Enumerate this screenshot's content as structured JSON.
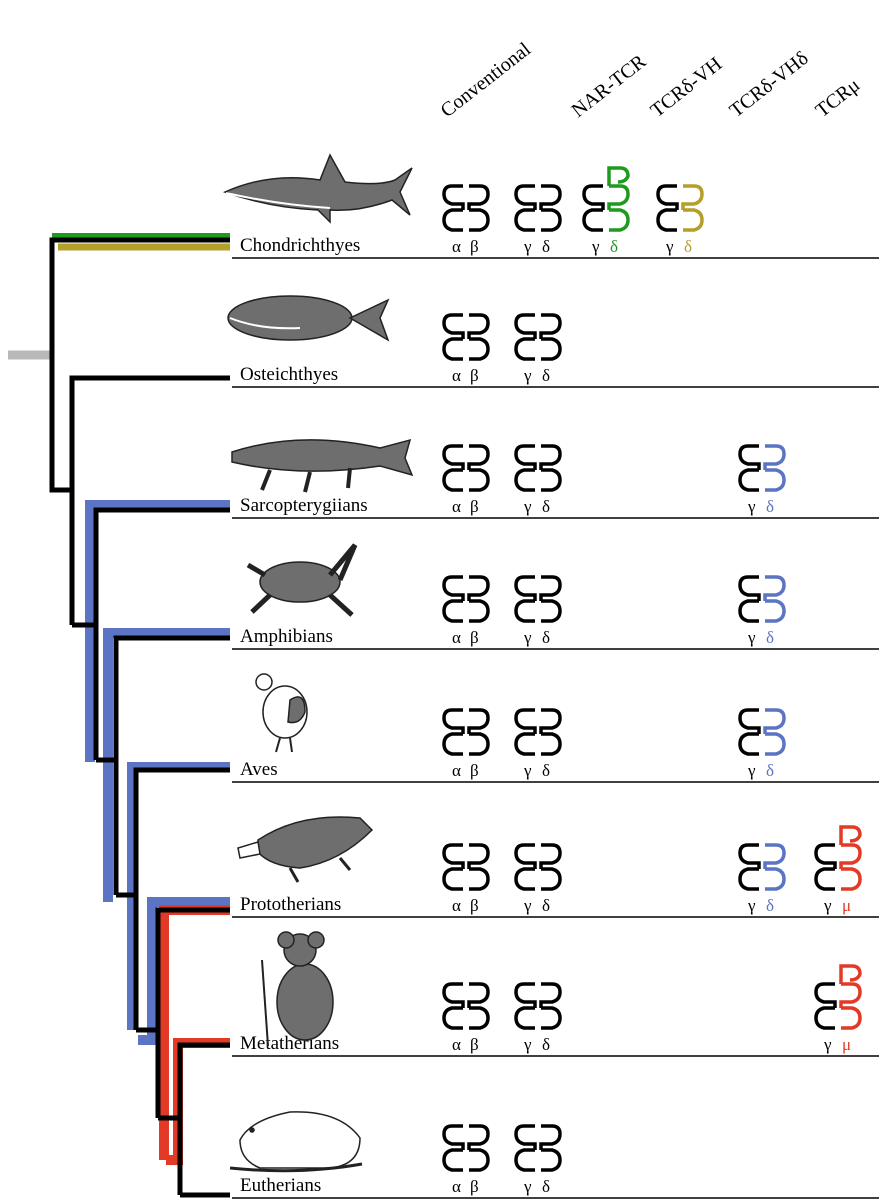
{
  "headers": {
    "conventional": "Conventional",
    "nar_tcr": "NAR-TCR",
    "tcrd_vh": "TCRδ-VH",
    "tcrd_vhd": "TCRδ-VHδ",
    "tcr_mu": "TCRμ"
  },
  "colors": {
    "black": "#000000",
    "green": "#1f9a1f",
    "olive": "#b59e2a",
    "blue": "#5b74c4",
    "red": "#e23a26",
    "gray": "#b8b8b8",
    "animal_fill": "#6e6e6e"
  },
  "clades": [
    {
      "name": "Chondrichthyes",
      "animal": "shark-icon",
      "receptors": [
        {
          "column": "conventional",
          "chains": [
            "α",
            "β"
          ],
          "color": "black"
        },
        {
          "column": "conventional2",
          "chains": [
            "γ",
            "δ"
          ],
          "color": "black"
        },
        {
          "column": "nar_tcr",
          "chains": [
            "γ",
            "δ"
          ],
          "color": "green"
        },
        {
          "column": "tcrd_vh",
          "chains": [
            "γ",
            "δ"
          ],
          "color": "olive"
        }
      ]
    },
    {
      "name": "Osteichthyes",
      "animal": "pufferfish-icon",
      "receptors": [
        {
          "column": "conventional",
          "chains": [
            "α",
            "β"
          ],
          "color": "black"
        },
        {
          "column": "conventional2",
          "chains": [
            "γ",
            "δ"
          ],
          "color": "black"
        }
      ]
    },
    {
      "name": "Sarcopterygiians",
      "animal": "coelacanth-icon",
      "receptors": [
        {
          "column": "conventional",
          "chains": [
            "α",
            "β"
          ],
          "color": "black"
        },
        {
          "column": "conventional2",
          "chains": [
            "γ",
            "δ"
          ],
          "color": "black"
        },
        {
          "column": "tcrd_vhd",
          "chains": [
            "γ",
            "δ"
          ],
          "color": "blue"
        }
      ]
    },
    {
      "name": "Amphibians",
      "animal": "frog-icon",
      "receptors": [
        {
          "column": "conventional",
          "chains": [
            "α",
            "β"
          ],
          "color": "black"
        },
        {
          "column": "conventional2",
          "chains": [
            "γ",
            "δ"
          ],
          "color": "black"
        },
        {
          "column": "tcrd_vhd",
          "chains": [
            "γ",
            "δ"
          ],
          "color": "blue"
        }
      ]
    },
    {
      "name": "Aves",
      "animal": "chicken-icon",
      "receptors": [
        {
          "column": "conventional",
          "chains": [
            "α",
            "β"
          ],
          "color": "black"
        },
        {
          "column": "conventional2",
          "chains": [
            "γ",
            "δ"
          ],
          "color": "black"
        },
        {
          "column": "tcrd_vhd",
          "chains": [
            "γ",
            "δ"
          ],
          "color": "blue"
        }
      ]
    },
    {
      "name": "Prototherians",
      "animal": "platypus-icon",
      "receptors": [
        {
          "column": "conventional",
          "chains": [
            "α",
            "β"
          ],
          "color": "black"
        },
        {
          "column": "conventional2",
          "chains": [
            "γ",
            "δ"
          ],
          "color": "black"
        },
        {
          "column": "tcrd_vhd",
          "chains": [
            "γ",
            "δ"
          ],
          "color": "blue"
        },
        {
          "column": "tcr_mu",
          "chains": [
            "γ",
            "μ"
          ],
          "color": "red"
        }
      ]
    },
    {
      "name": "Metatherians",
      "animal": "koala-icon",
      "receptors": [
        {
          "column": "conventional",
          "chains": [
            "α",
            "β"
          ],
          "color": "black"
        },
        {
          "column": "conventional2",
          "chains": [
            "γ",
            "δ"
          ],
          "color": "black"
        },
        {
          "column": "tcr_mu",
          "chains": [
            "γ",
            "μ"
          ],
          "color": "red"
        }
      ]
    },
    {
      "name": "Eutherians",
      "animal": "rat-icon",
      "receptors": [
        {
          "column": "conventional",
          "chains": [
            "α",
            "β"
          ],
          "color": "black"
        },
        {
          "column": "conventional2",
          "chains": [
            "γ",
            "δ"
          ],
          "color": "black"
        }
      ]
    }
  ]
}
